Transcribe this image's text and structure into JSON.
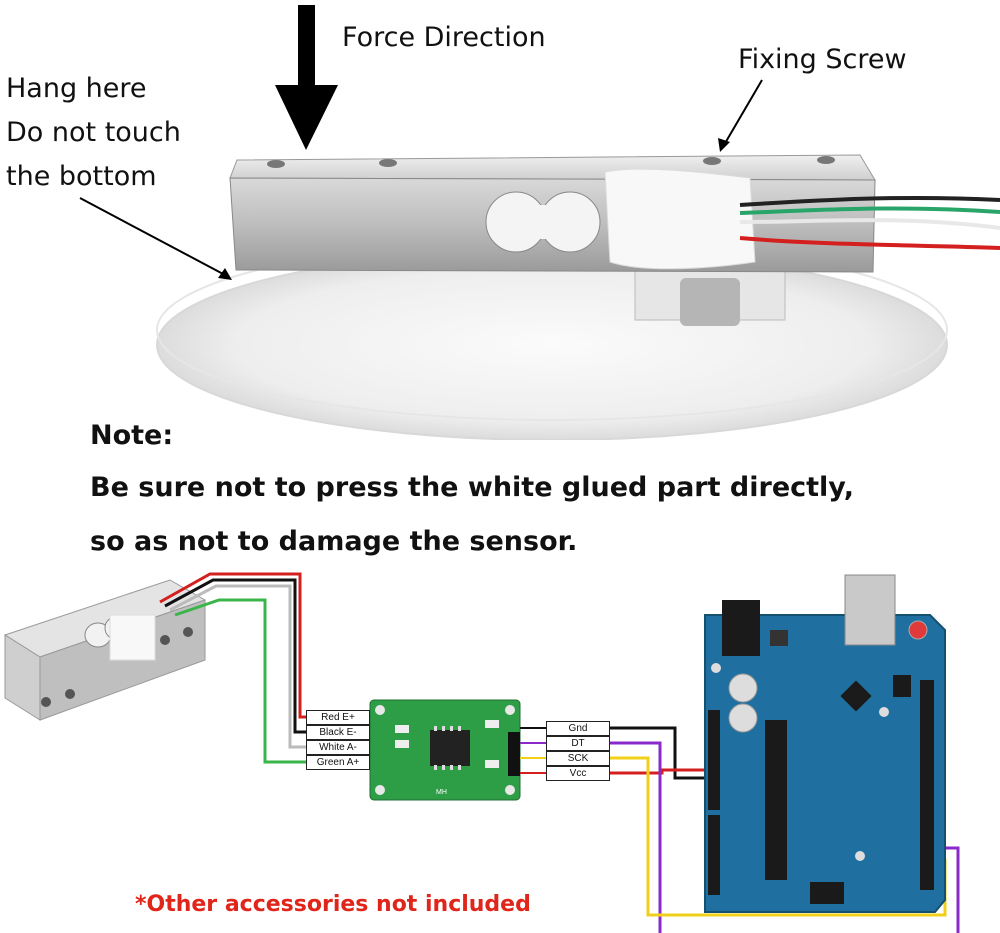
{
  "top_labels": {
    "force_direction": "Force Direction",
    "fixing_screw": "Fixing Screw",
    "hang_here_lines": [
      "Hang here",
      "Do not touch",
      "the bottom"
    ]
  },
  "note": {
    "heading": "Note:",
    "line1": "Be sure not to press the white glued part directly,",
    "line2": "so as not to damage the sensor."
  },
  "load_cell_wires": [
    "Red E+",
    "Black E-",
    "White A-",
    "Green A+"
  ],
  "hx711_pins": [
    "Gnd",
    "DT",
    "SCK",
    "Vcc"
  ],
  "disclaimer": "*Other accessories not included",
  "colors": {
    "wire_red": "#d41f1f",
    "wire_black": "#111111",
    "wire_white": "#bbbbbb",
    "wire_green": "#3ab54a",
    "wire_purple": "#8a2bc9",
    "wire_yellow": "#f2d01a",
    "arduino_blue": "#1f6fa0",
    "hx711_green": "#2e9e46",
    "disclaimer_red": "#e0251b"
  }
}
